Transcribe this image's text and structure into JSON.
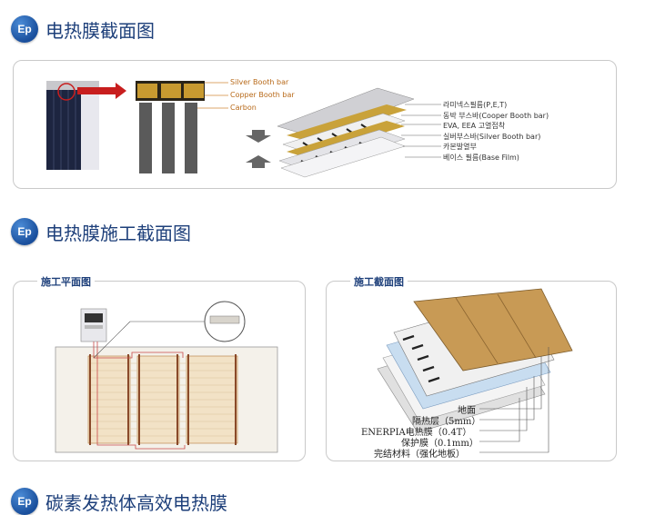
{
  "sections": {
    "s1": {
      "badge": "Ep",
      "title": "电热膜截面图"
    },
    "s2": {
      "badge": "Ep",
      "title": "电热膜施工截面图"
    },
    "s3": {
      "badge": "Ep",
      "title": "碳素发热体高效电热膜"
    }
  },
  "cross_section": {
    "left_labels": [
      "Silver Booth bar",
      "Copper Booth bar",
      "Carbon"
    ],
    "layer_labels": [
      "라미넥스필름(P,E,T)",
      "동박 부스바(Cooper Booth bar)",
      "EVA, EEA 고열접착",
      "실버부스바(Silver Booth bar)",
      "카본발열부",
      "베이스 필름(Base Film)"
    ]
  },
  "plan_panel": {
    "title": "施工平面图"
  },
  "section_panel": {
    "title": "施工截面图",
    "labels": [
      "地面",
      "隔热层（5mm）",
      "ENERPIA电热膜（0.4T）",
      "保护膜（0.1mm）",
      "完结材料（强化地板）"
    ]
  },
  "colors": {
    "accent": "#1d3f7a",
    "badge": "#1a4f9c",
    "label_orange": "#b86a1a",
    "arrow_red": "#c81e1e"
  }
}
